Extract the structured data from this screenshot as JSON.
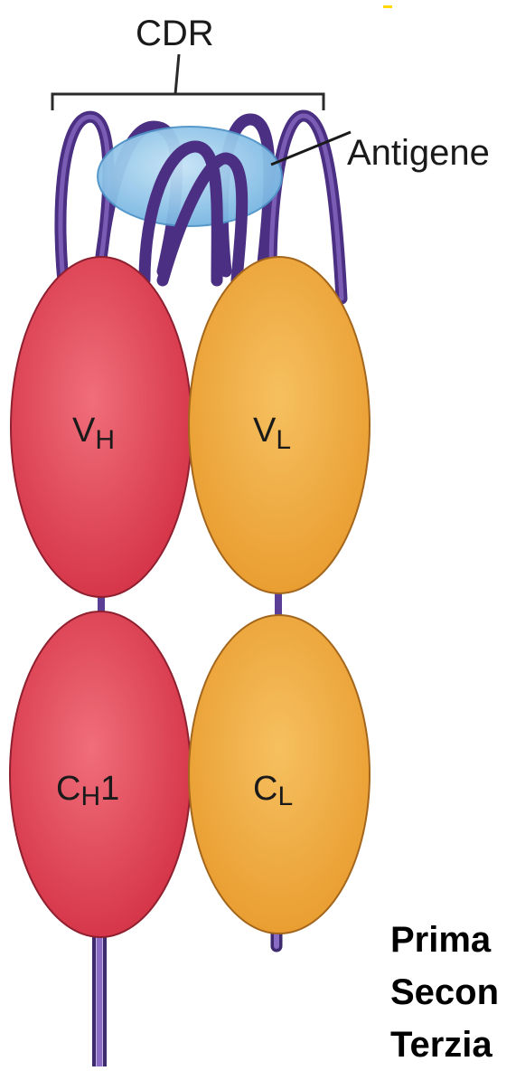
{
  "diagram": {
    "cdr_label": "CDR",
    "antigen_label": "Antigene",
    "domains": {
      "vh": {
        "main": "V",
        "sub": "H",
        "tail": ""
      },
      "vl": {
        "main": "V",
        "sub": "L",
        "tail": ""
      },
      "ch1": {
        "main": "C",
        "sub": "H",
        "tail": "1"
      },
      "cl": {
        "main": "C",
        "sub": "L",
        "tail": ""
      }
    },
    "colors": {
      "heavy_chain": "#d8394a",
      "light_chain": "#eba23a",
      "loops": "#5b3f96",
      "antigen": "#8ec3e8",
      "accent_mark": "#ffd800"
    }
  },
  "side_text": {
    "line1": "Prima",
    "line2": "Secon",
    "line3": "Terzia"
  }
}
